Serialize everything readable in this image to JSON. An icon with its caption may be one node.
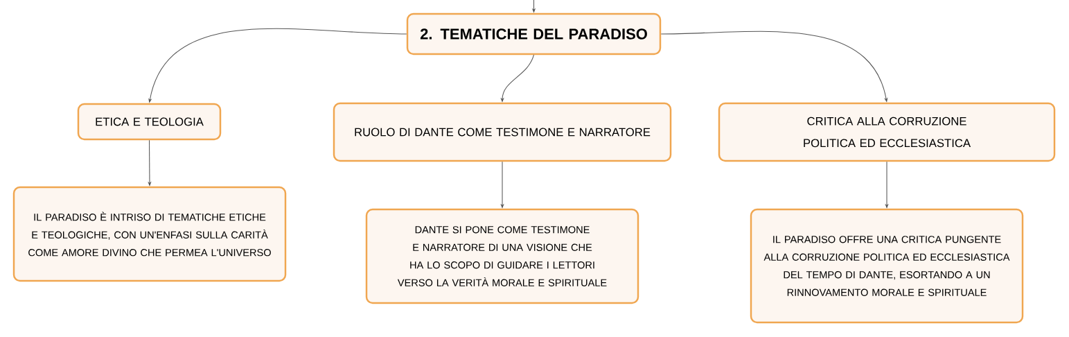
{
  "diagram": {
    "nodes": [
      {
        "text": [
          "2. TEMATICHE DEL PARADISO"
        ]
      },
      {
        "text": [
          "ETICA E TEOLOGIA"
        ]
      },
      {
        "text": [
          "RUOLO DI DANTE COME TESTIMONE E NARRATORE"
        ]
      },
      {
        "text": [
          "CRITICA ALLA CORRUZIONE POLITICA ED ECCLESIASTICA"
        ]
      },
      {
        "text": [
          "IL PARADISO È INTRISO DI TEMATICHE ETICHE E TEOLOGICHE, CON UN'ENFASI SULLA CARITÀ COME AMORE DIVINO CHE PERMEA L'UNIVERSO"
        ]
      },
      {
        "text": [
          "DANTE SI PONE COME TESTIMONE E NARRATORE DI UNA VISIONE CHE HA LO SCOPO DI GUIDARE I LETTORI VERSO LA VERITÀ MORALE E SPIRITUALE"
        ]
      },
      {
        "text": [
          "IL PARADISO OFFRE UNA CRITICA PUNGENTE ALLA CORRUZIONE POLITICA ED ECCLESIASTICA DEL TEMPO DI DANTE, ESORTANDO A UN RINNOVAMENTO MORALE E SPIRITUALE"
        ]
      }
    ],
    "edges": [
      {
        "from": null,
        "to": 0,
        "arrow": "to"
      },
      {
        "from": 0,
        "to": 1,
        "arrow": "to"
      },
      {
        "from": 0,
        "to": 2,
        "arrow": "to"
      },
      {
        "from": 0,
        "to": 3,
        "arrow": "to"
      },
      {
        "from": 1,
        "to": 4,
        "arrow": "to"
      },
      {
        "from": 2,
        "to": 5,
        "arrow": "to"
      },
      {
        "from": 3,
        "to": 6,
        "arrow": "to"
      }
    ]
  }
}
